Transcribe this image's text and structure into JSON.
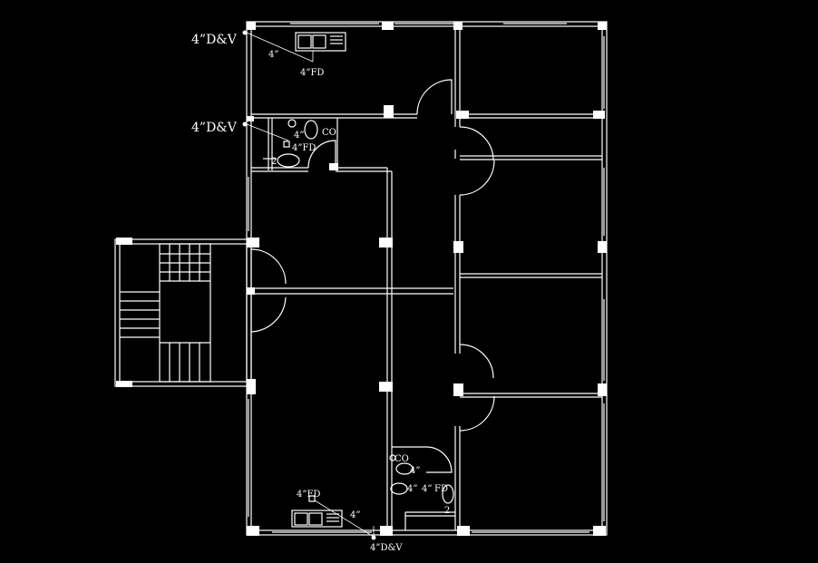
{
  "labels": {
    "dv_top": "4”D&V",
    "dv_mid": "4”D&V",
    "dv_bottom": "4”D&V",
    "pipe_top": "4”",
    "fd_top": "4”FD",
    "co_upper": "CO",
    "pipe_upper_bath": "4”",
    "fd_upper_bath": "4”FD",
    "num_upper": "2",
    "co_lower": "CO",
    "pipe_lower_1": "4”",
    "pipe_lower_2": "4”",
    "pipe_lower_3": "4”",
    "fd_lower_bath": "FD",
    "num_lower": "2",
    "fd_bottom": "4”FD",
    "pipe_bottom": "4”"
  },
  "colors": {
    "background": "#000000",
    "lines": "#ffffff"
  }
}
